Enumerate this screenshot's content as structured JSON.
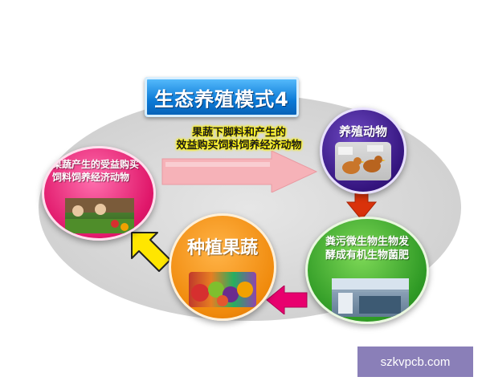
{
  "diagram": {
    "title": "生态养殖模式4",
    "caption_top": [
      "果蔬下脚料和产生的",
      "效益购买饲料饲养经济动物"
    ],
    "nodes": {
      "animals": {
        "label": "养殖动物"
      },
      "manure": {
        "label": "粪污微生物生物发酵成有机生物菌肥"
      },
      "vegetables": {
        "label": "种植果蔬"
      },
      "benefit": {
        "label": "果蔬产生的受益购买饲料饲养经济动物"
      }
    },
    "colors": {
      "title_blue": "#0a79d6",
      "animals_purple": "#35157f",
      "manure_green": "#2f9a25",
      "vegetables_orange": "#f08a0c",
      "benefit_pink": "#e0176a",
      "arrow_pink": "#e8006e",
      "arrow_red": "#d9320b",
      "arrow_yellow": "#ffe600"
    }
  },
  "watermark": {
    "text": "szkvpcb.com"
  }
}
